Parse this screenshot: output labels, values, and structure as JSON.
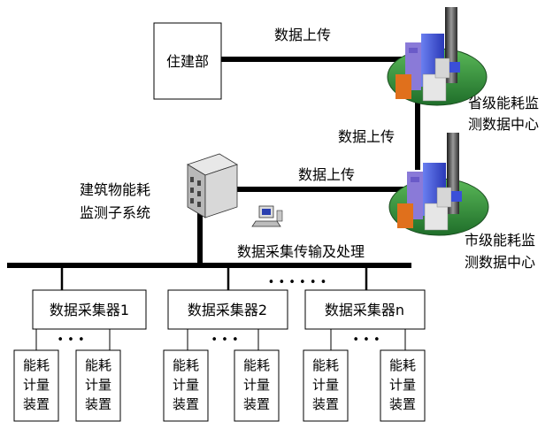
{
  "nodes": {
    "ministry": "住建部",
    "province_center": [
      "省级能耗监",
      "测数据中心"
    ],
    "city_center": [
      "市级能耗监",
      "测数据中心"
    ],
    "subsystem": [
      "建筑物能耗",
      "监测子系统"
    ],
    "collectors": [
      "数据采集器1",
      "数据采集器2",
      "数据采集器n"
    ],
    "meter": [
      "能耗",
      "计量",
      "装置"
    ]
  },
  "links": {
    "upload_top": "数据上传",
    "upload_middle": "数据上传",
    "upload_city": "数据上传",
    "bus_label": "数据采集传输及处理"
  },
  "ellipsis": {
    "short": "• • •",
    "long": "• • •    • • •"
  },
  "colors": {
    "line": "#000000",
    "ellipse_green": "#2e8b3a",
    "building_blue": "#3a4fd8",
    "building_purple": "#8a7ad8",
    "building_gray": "#d6d6d6",
    "building_orange": "#e0701c",
    "server_gray": "#c8c8c8"
  }
}
